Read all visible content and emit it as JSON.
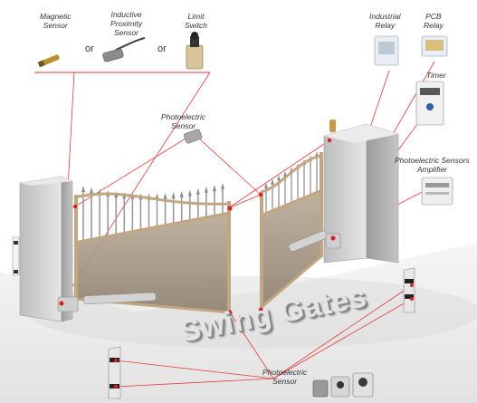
{
  "diagram": {
    "title": "Swing Gates",
    "top_components": {
      "magnetic_sensor": [
        "Magnetic",
        "Sensor"
      ],
      "inductive_sensor": [
        "Inductive",
        "Proximity",
        "Sensor"
      ],
      "limit_switch": [
        "Limit",
        "Switch"
      ],
      "separator": "or"
    },
    "industrial_relay": [
      "Industrial",
      "Relay"
    ],
    "pcb_relay": [
      "PCB",
      "Relay"
    ],
    "timer": [
      "Timer"
    ],
    "amplifier": [
      "Photoelectric Sensors",
      "Amplifier"
    ],
    "photo_sensor_top": [
      "Photoelectric",
      "Sensor"
    ],
    "photo_sensor_bottom": [
      "Photoelectric",
      "Sensor"
    ]
  },
  "colors": {
    "callout_line": "#e23a3a",
    "pillar": "#cfcfcf",
    "gate_frame": "#c2a682",
    "bars": "#9a9a9a"
  }
}
